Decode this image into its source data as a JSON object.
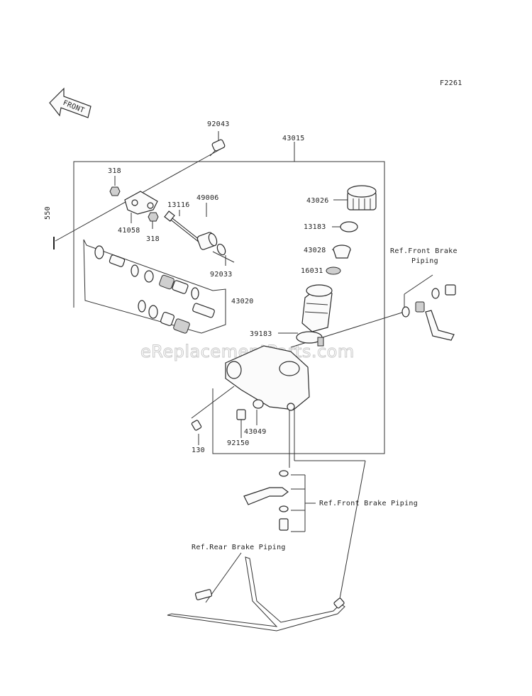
{
  "figure_code": "F2261",
  "front_arrow_label": "FRONT",
  "watermark": "eReplacementParts.com",
  "colors": {
    "line": "#2a2a2a",
    "watermark": "#c9c9c9",
    "shade": "#cfcfcf"
  },
  "callouts": {
    "p92043": "92043",
    "p43015": "43015",
    "p318a": "318",
    "p550": "550",
    "p41058": "41058",
    "p318b": "318",
    "p13116": "13116",
    "p49006": "49006",
    "p92033": "92033",
    "p43026": "43026",
    "p13183": "13183",
    "p43028": "43028",
    "p16031": "16031",
    "p43020": "43020",
    "p39183": "39183",
    "p130": "130",
    "p43049": "43049",
    "p92150": "92150"
  },
  "references": {
    "front_brake_piping_top_line1": "Ref.Front Brake",
    "front_brake_piping_top_line2": "Piping",
    "front_brake_piping_lower": "Ref.Front Brake Piping",
    "rear_brake_piping": "Ref.Rear Brake Piping"
  }
}
